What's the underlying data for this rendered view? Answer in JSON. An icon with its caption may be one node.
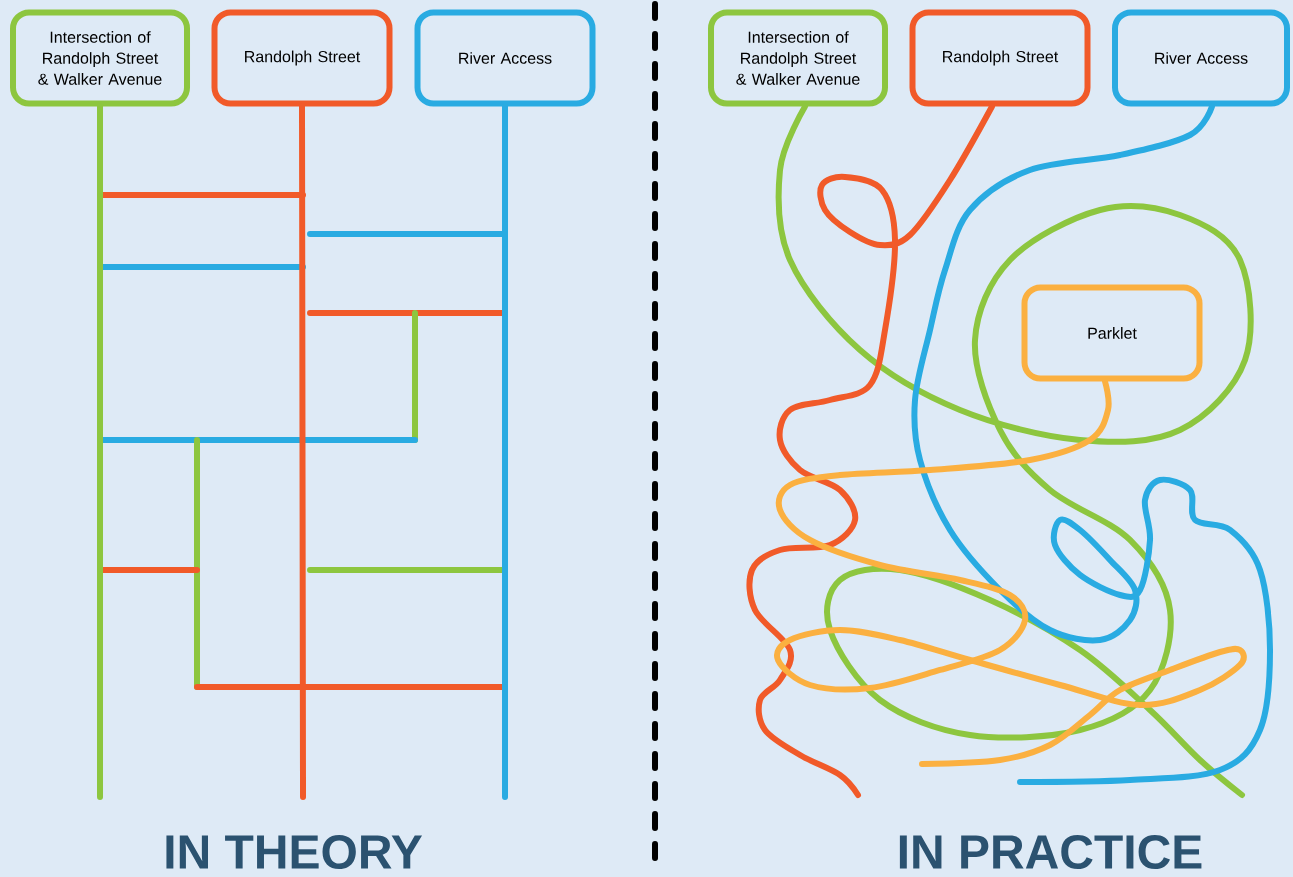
{
  "diagram": {
    "nodes": [
      {
        "text": [
          "Intersection of Randolph Street & Walker Avenue"
        ]
      },
      {
        "text": [
          "Randolph Street"
        ]
      },
      {
        "text": [
          "River Access"
        ]
      },
      {
        "text": [
          "Intersection of Randolph Street & Walker Avenue"
        ]
      },
      {
        "text": [
          "Randolph Street"
        ]
      },
      {
        "text": [
          "River Access"
        ]
      },
      {
        "text": [
          "Parklet"
        ]
      }
    ],
    "edges": [
      {
        "from": 0,
        "to": null,
        "arrow": "none",
        "color": "#8dc63f"
      },
      {
        "from": 1,
        "to": null,
        "arrow": "none",
        "color": "#f15a29"
      },
      {
        "from": 2,
        "to": null,
        "arrow": "none",
        "color": "#29abe2"
      },
      {
        "from": 3,
        "to": null,
        "arrow": "none",
        "color": "#8dc63f"
      },
      {
        "from": 4,
        "to": null,
        "arrow": "none",
        "color": "#f15a29"
      },
      {
        "from": 5,
        "to": null,
        "arrow": "none",
        "color": "#29abe2"
      },
      {
        "from": 6,
        "to": null,
        "arrow": "none",
        "color": "#fbb040"
      }
    ],
    "labels": [
      "IN THEORY",
      "IN PRACTICE"
    ]
  }
}
